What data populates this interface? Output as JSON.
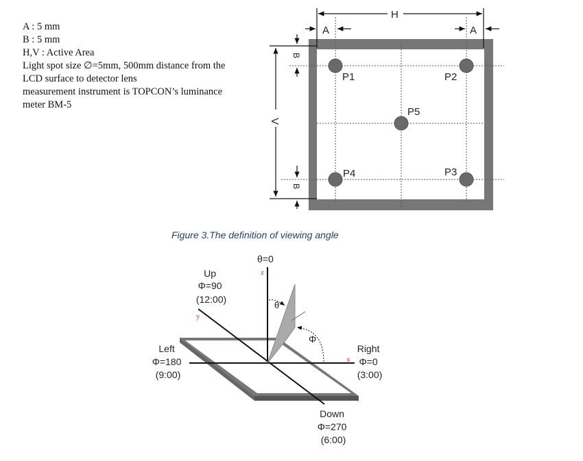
{
  "notes": [
    "A : 5 mm",
    "B : 5 mm",
    "H,V : Active Area",
    "Light spot size ∅=5mm, 500mm distance from the",
    "LCD surface to detector lens",
    "measurement instrument is TOPCON’s luminance",
    "meter BM-5"
  ],
  "measurement_diagram": {
    "dim_h": "H",
    "dim_v": "V",
    "dim_a": "A",
    "dim_b": "B",
    "points": [
      "P1",
      "P2",
      "P3",
      "P4",
      "P5"
    ]
  },
  "caption": "Figure 3.The definition of viewing angle",
  "viewing_angle_diagram": {
    "theta0": "θ=0",
    "theta": "θ",
    "phi": "Φ",
    "axis_x": "x",
    "axis_y": "y",
    "axis_z": "z",
    "up": [
      "Up",
      "Φ=90",
      "(12:00)"
    ],
    "left": [
      "Left",
      "Φ=180",
      "(9:00)"
    ],
    "right": [
      "Right",
      "Φ=0",
      "(3:00)"
    ],
    "down": [
      "Down",
      "Φ=270",
      "(6:00)"
    ]
  }
}
